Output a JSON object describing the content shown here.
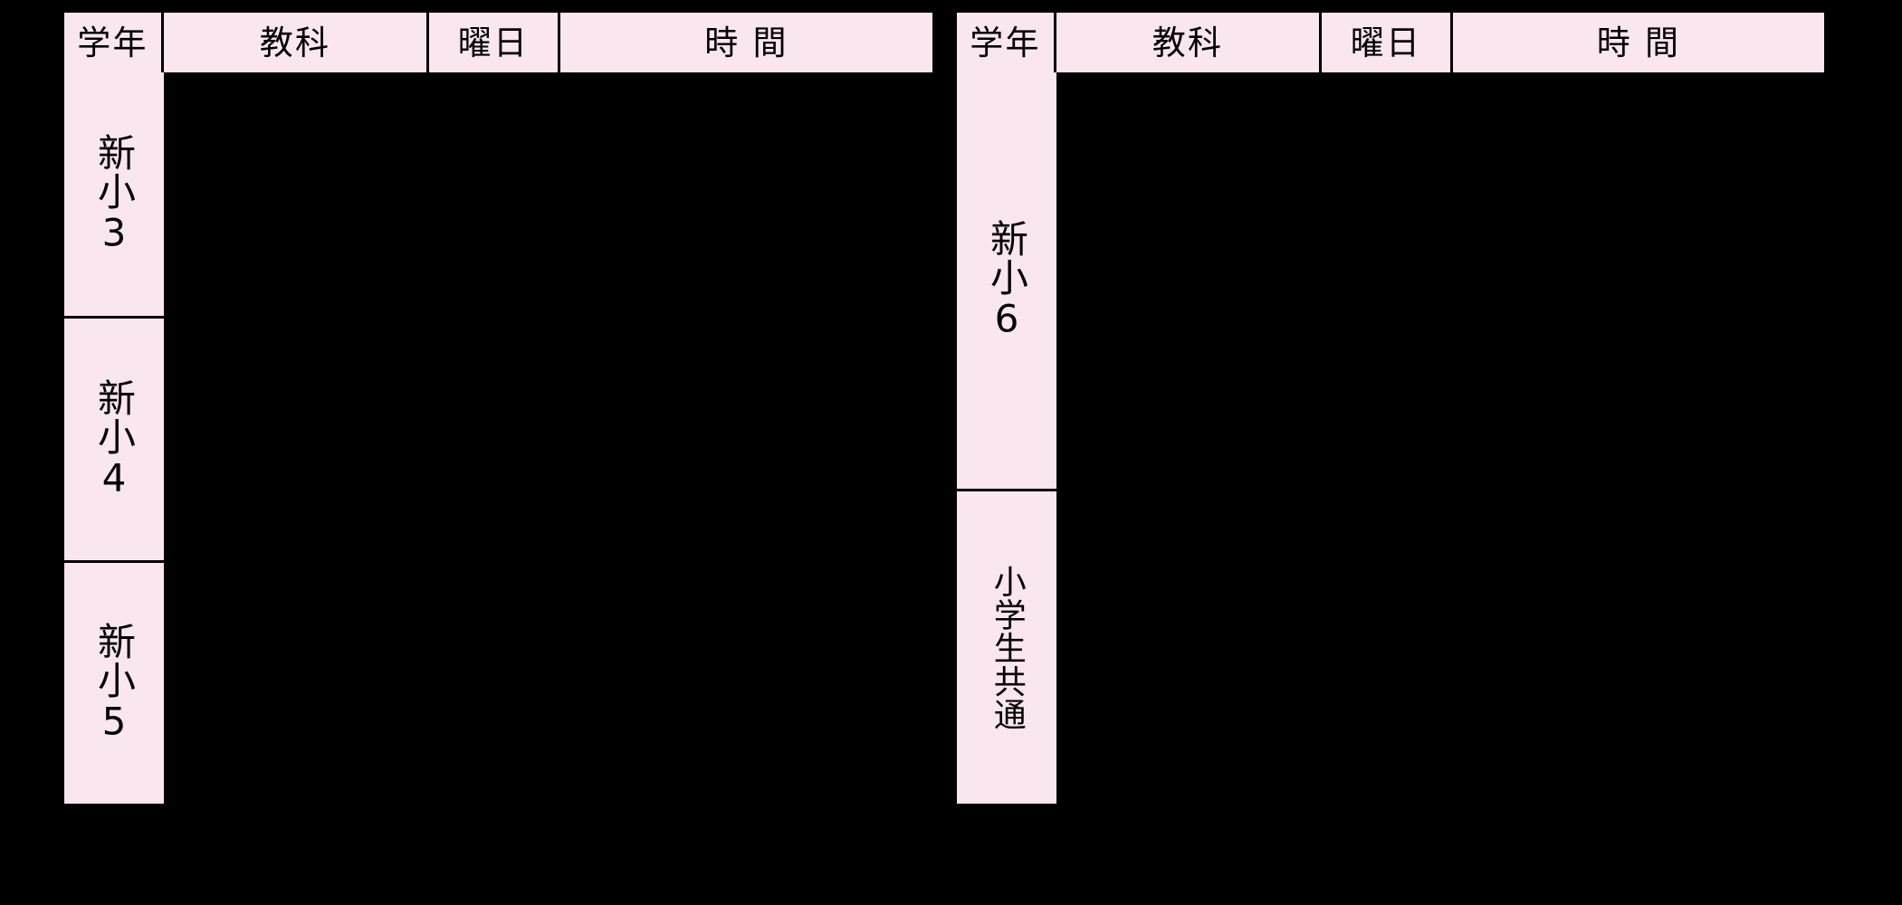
{
  "page": {
    "background_color": "#000000",
    "cell_fill_color": "#fae6ef",
    "line_color": "#000000",
    "text_color": "#000000"
  },
  "tables": [
    {
      "id": "left-table",
      "columns": [
        {
          "key": "grade",
          "label": "学年"
        },
        {
          "key": "subject",
          "label": "教科"
        },
        {
          "key": "weekday",
          "label": "曜日"
        },
        {
          "key": "time",
          "label": "時 間"
        }
      ],
      "rows": [
        {
          "grade": "新小3",
          "subject": "",
          "weekday": "",
          "time": ""
        },
        {
          "grade": "新小4",
          "subject": "",
          "weekday": "",
          "time": ""
        },
        {
          "grade": "新小5",
          "subject": "",
          "weekday": "",
          "time": ""
        }
      ]
    },
    {
      "id": "right-table",
      "columns": [
        {
          "key": "grade",
          "label": "学年"
        },
        {
          "key": "subject",
          "label": "教科"
        },
        {
          "key": "weekday",
          "label": "曜日"
        },
        {
          "key": "time",
          "label": "時 間"
        }
      ],
      "rows": [
        {
          "grade": "新小6",
          "subject": "",
          "weekday": "",
          "time": ""
        },
        {
          "grade": "小学生共通",
          "subject": "",
          "weekday": "",
          "time": ""
        }
      ]
    }
  ]
}
